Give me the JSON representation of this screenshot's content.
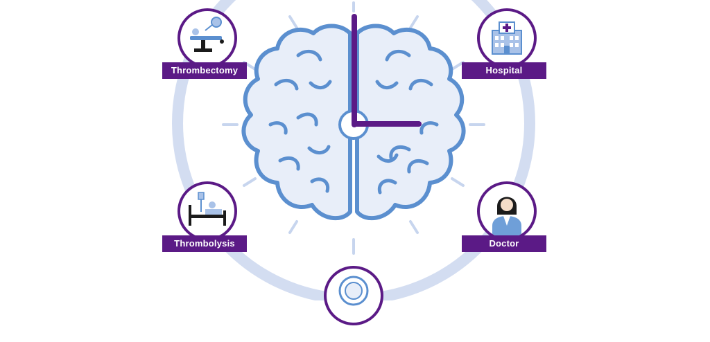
{
  "colors": {
    "purple": "#5b1a86",
    "brain_outline": "#5b8fcf",
    "brain_fill": "#e8eef9",
    "ring": "#d3ddf1",
    "ticks": "#c7d5ee"
  },
  "nodes": [
    {
      "id": "thrombectomy",
      "label": "Thrombectomy",
      "icon": "operating-table-icon"
    },
    {
      "id": "hospital",
      "label": "Hospital",
      "icon": "hospital-building-icon"
    },
    {
      "id": "thrombolysis",
      "label": "Thrombolysis",
      "icon": "patient-bed-iv-icon"
    },
    {
      "id": "doctor",
      "label": "Doctor",
      "icon": "doctor-icon"
    },
    {
      "id": "scan",
      "label": "",
      "icon": "ct-scanner-icon"
    }
  ],
  "center": {
    "icon": "brain-clock-icon"
  }
}
